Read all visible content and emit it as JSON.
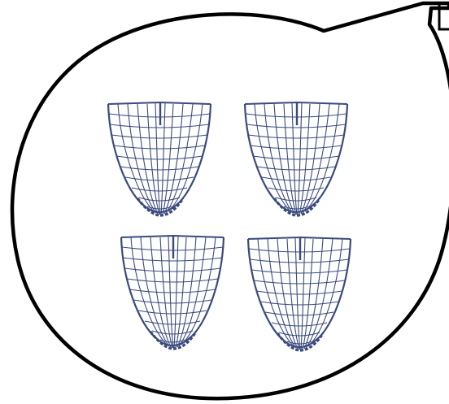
{
  "scene": {
    "callout": {
      "shape": "speech-bubble-circle",
      "outline_color": "#000000",
      "fill_color": "#ffffff"
    },
    "nets": {
      "count": 4,
      "arrangement": "2x2 grid",
      "icon": "net-icon",
      "color": "#3b4a7d"
    }
  }
}
